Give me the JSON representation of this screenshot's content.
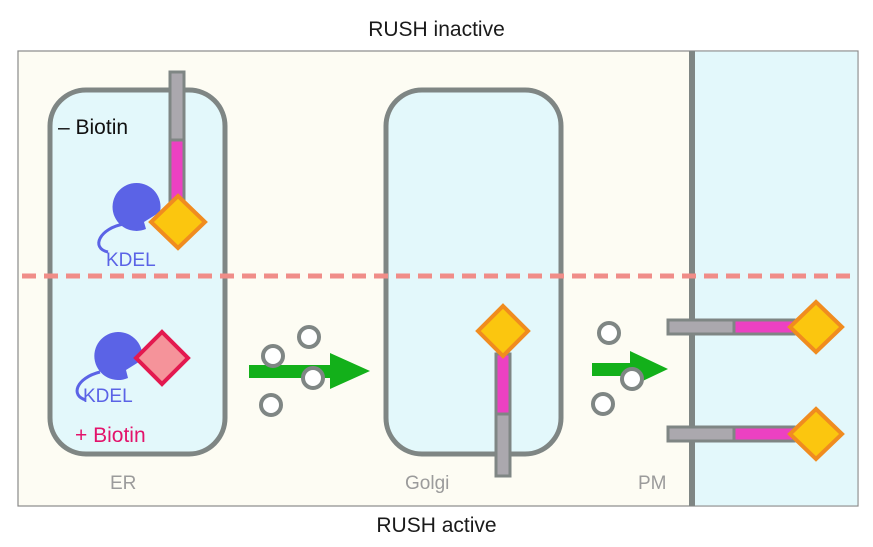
{
  "titles": {
    "top": "RUSH inactive",
    "bottom": "RUSH active"
  },
  "labels": {
    "minus_biotin": "– Biotin",
    "plus_biotin": "+ Biotin",
    "kdel_top": "KDEL",
    "kdel_bottom": "KDEL",
    "er": "ER",
    "golgi": "Golgi",
    "pm": "PM"
  },
  "colors": {
    "background": "#fdfcf3",
    "cell_interior": "#e3f8fb",
    "membrane": "#7f8684",
    "tail": "#aba8ae",
    "linker": "#ec41c2",
    "cargo": "#fbc60f",
    "cargo_border": "#f08c1f",
    "cargo_displaced": "#f5939a",
    "cargo_displaced_border": "#e3194f",
    "streptavidin": "#5b63e6",
    "kdel_text": "#5b63e6",
    "biotin_text": "#e3136b",
    "arrow": "#13b01a",
    "divider": "#f08d88",
    "region_label": "#9b9b9b"
  }
}
